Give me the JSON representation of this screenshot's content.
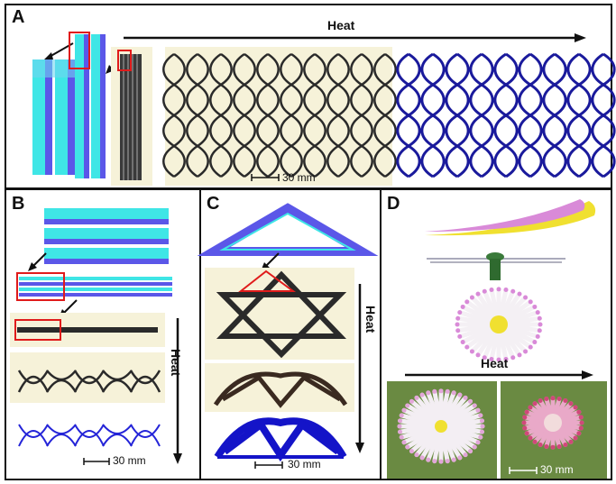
{
  "panels": {
    "a": {
      "label": "A",
      "arrow_label": "Heat",
      "scale_label": "30 mm"
    },
    "b": {
      "label": "B",
      "arrow_label": "Heat",
      "scale_label": "30 mm"
    },
    "c": {
      "label": "C",
      "arrow_label": "Heat",
      "scale_label": "30 mm"
    },
    "d": {
      "label": "D",
      "arrow_label": "Heat",
      "scale_label": "30 mm"
    }
  },
  "colors": {
    "cyan": "#3fe6e6",
    "blue": "#5b57e8",
    "navy": "#1a1a9c",
    "beige": "#f6f2d9",
    "dark": "#2a2a2a",
    "red_box": "#e01b1b",
    "pink": "#d98ad8",
    "yellow": "#f0e030"
  }
}
